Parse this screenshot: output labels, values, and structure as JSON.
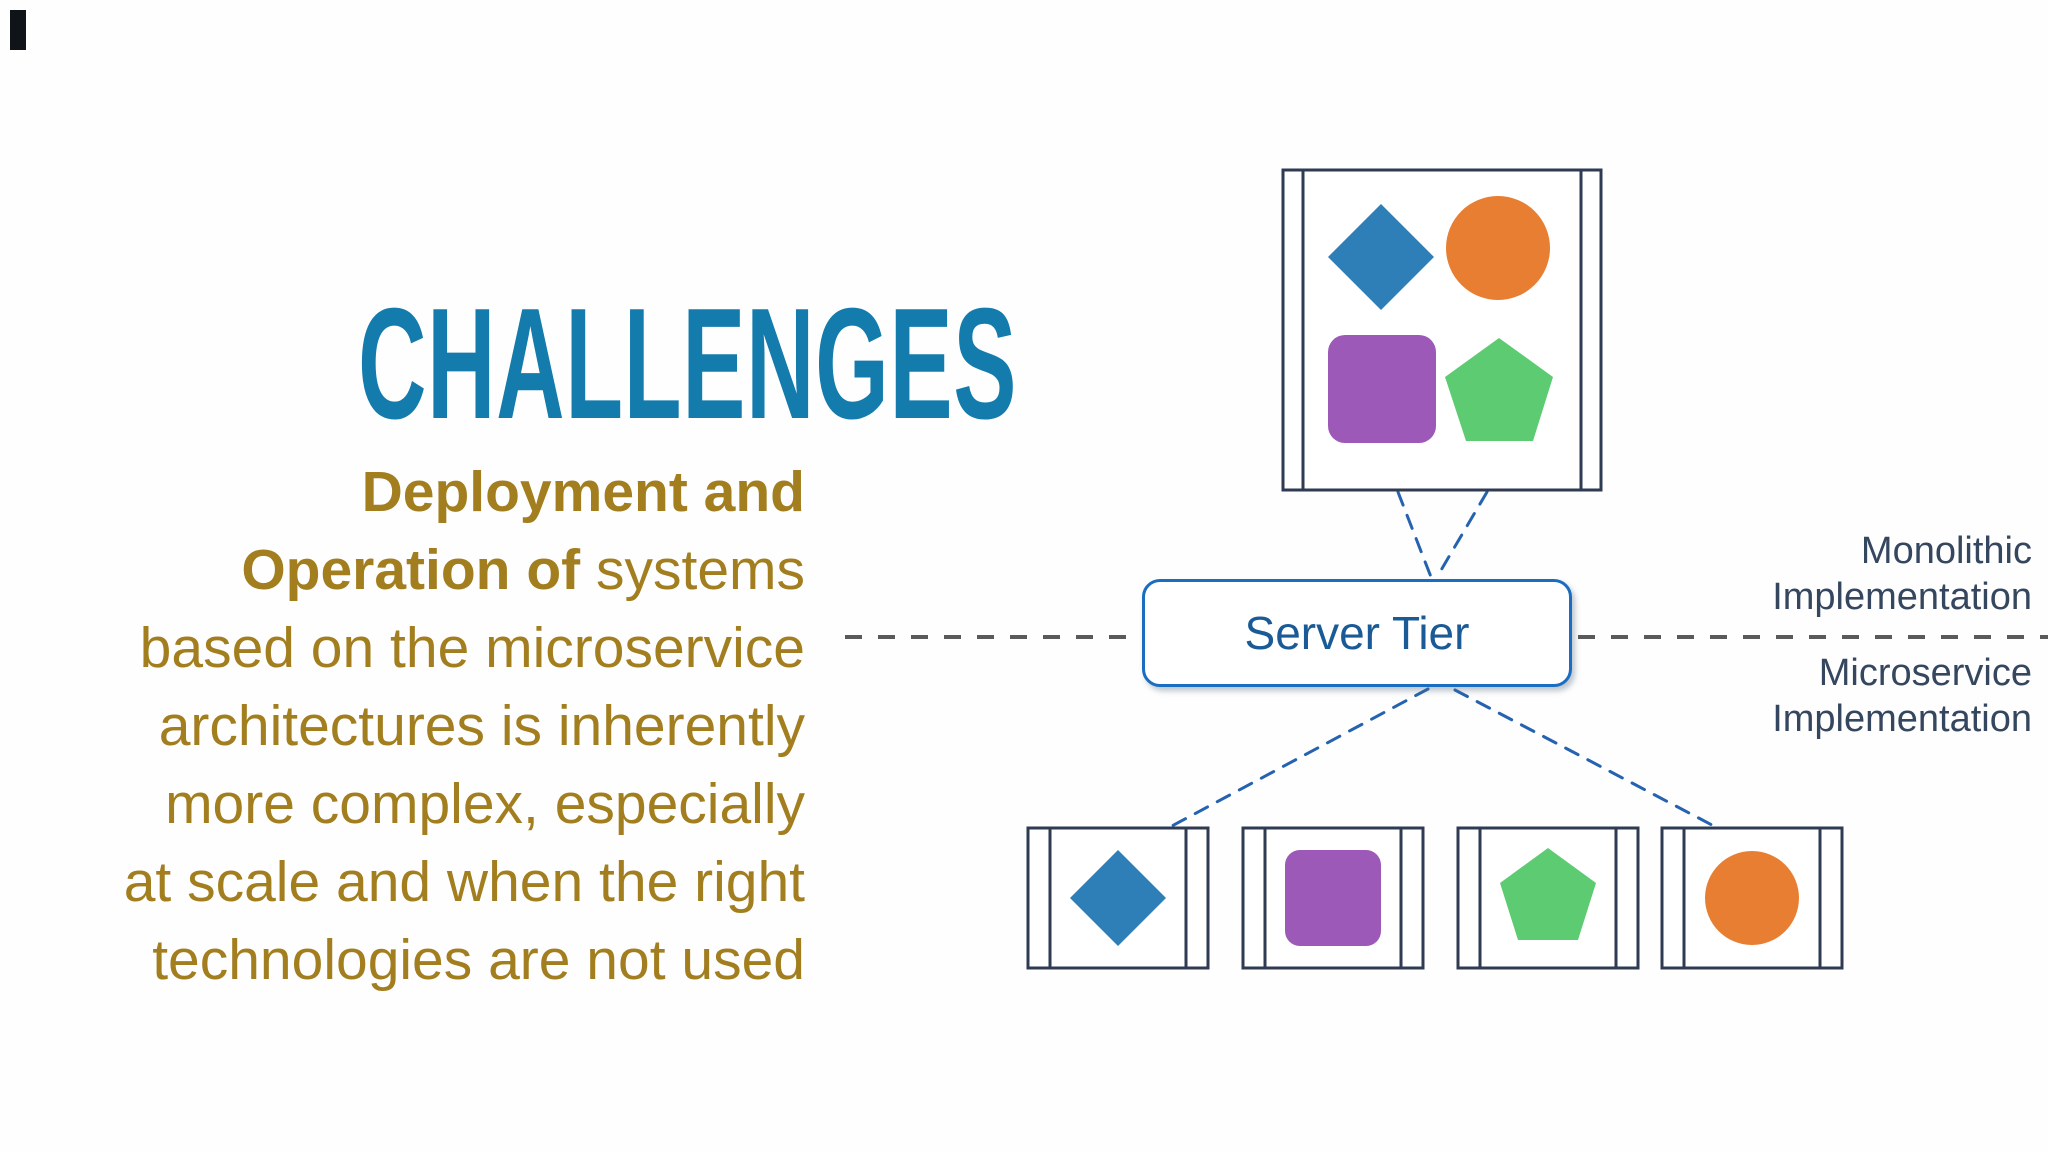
{
  "slide": {
    "title": "CHALLENGES",
    "body": {
      "line1_bold": "Deployment and",
      "line2_bold": "Operation of",
      "line2_rest": " systems",
      "line3": "based on the microservice",
      "line4": "architectures is inherently",
      "line5": "more complex, especially",
      "line6": "at scale and when the right",
      "line7": "technologies are not used"
    }
  },
  "diagram": {
    "server_tier_label": "Server Tier",
    "labels": {
      "monolithic_line1": "Monolithic",
      "monolithic_line2": "Implementation",
      "microservice_line1": "Microservice",
      "microservice_line2": "Implementation"
    },
    "monolith_node": {
      "shapes": [
        "diamond",
        "circle",
        "rounded-square",
        "pentagon"
      ]
    },
    "microservice_nodes": [
      {
        "shape": "diamond"
      },
      {
        "shape": "rounded-square"
      },
      {
        "shape": "pentagon"
      },
      {
        "shape": "circle"
      }
    ]
  },
  "colors": {
    "title_blue": "#137CAD",
    "body_gold": "#A27E1F",
    "shape_blue": "#2E7FB8",
    "shape_orange": "#E87E31",
    "shape_purple": "#9C59B8",
    "shape_green": "#5DCB72",
    "node_border": "#2F3B52",
    "server_tier_border": "#1B6DC1",
    "server_tier_text": "#1A5A96",
    "connector_blue": "#2563B0",
    "divider_gray": "#5A5A5A",
    "label_text": "#35465F"
  }
}
